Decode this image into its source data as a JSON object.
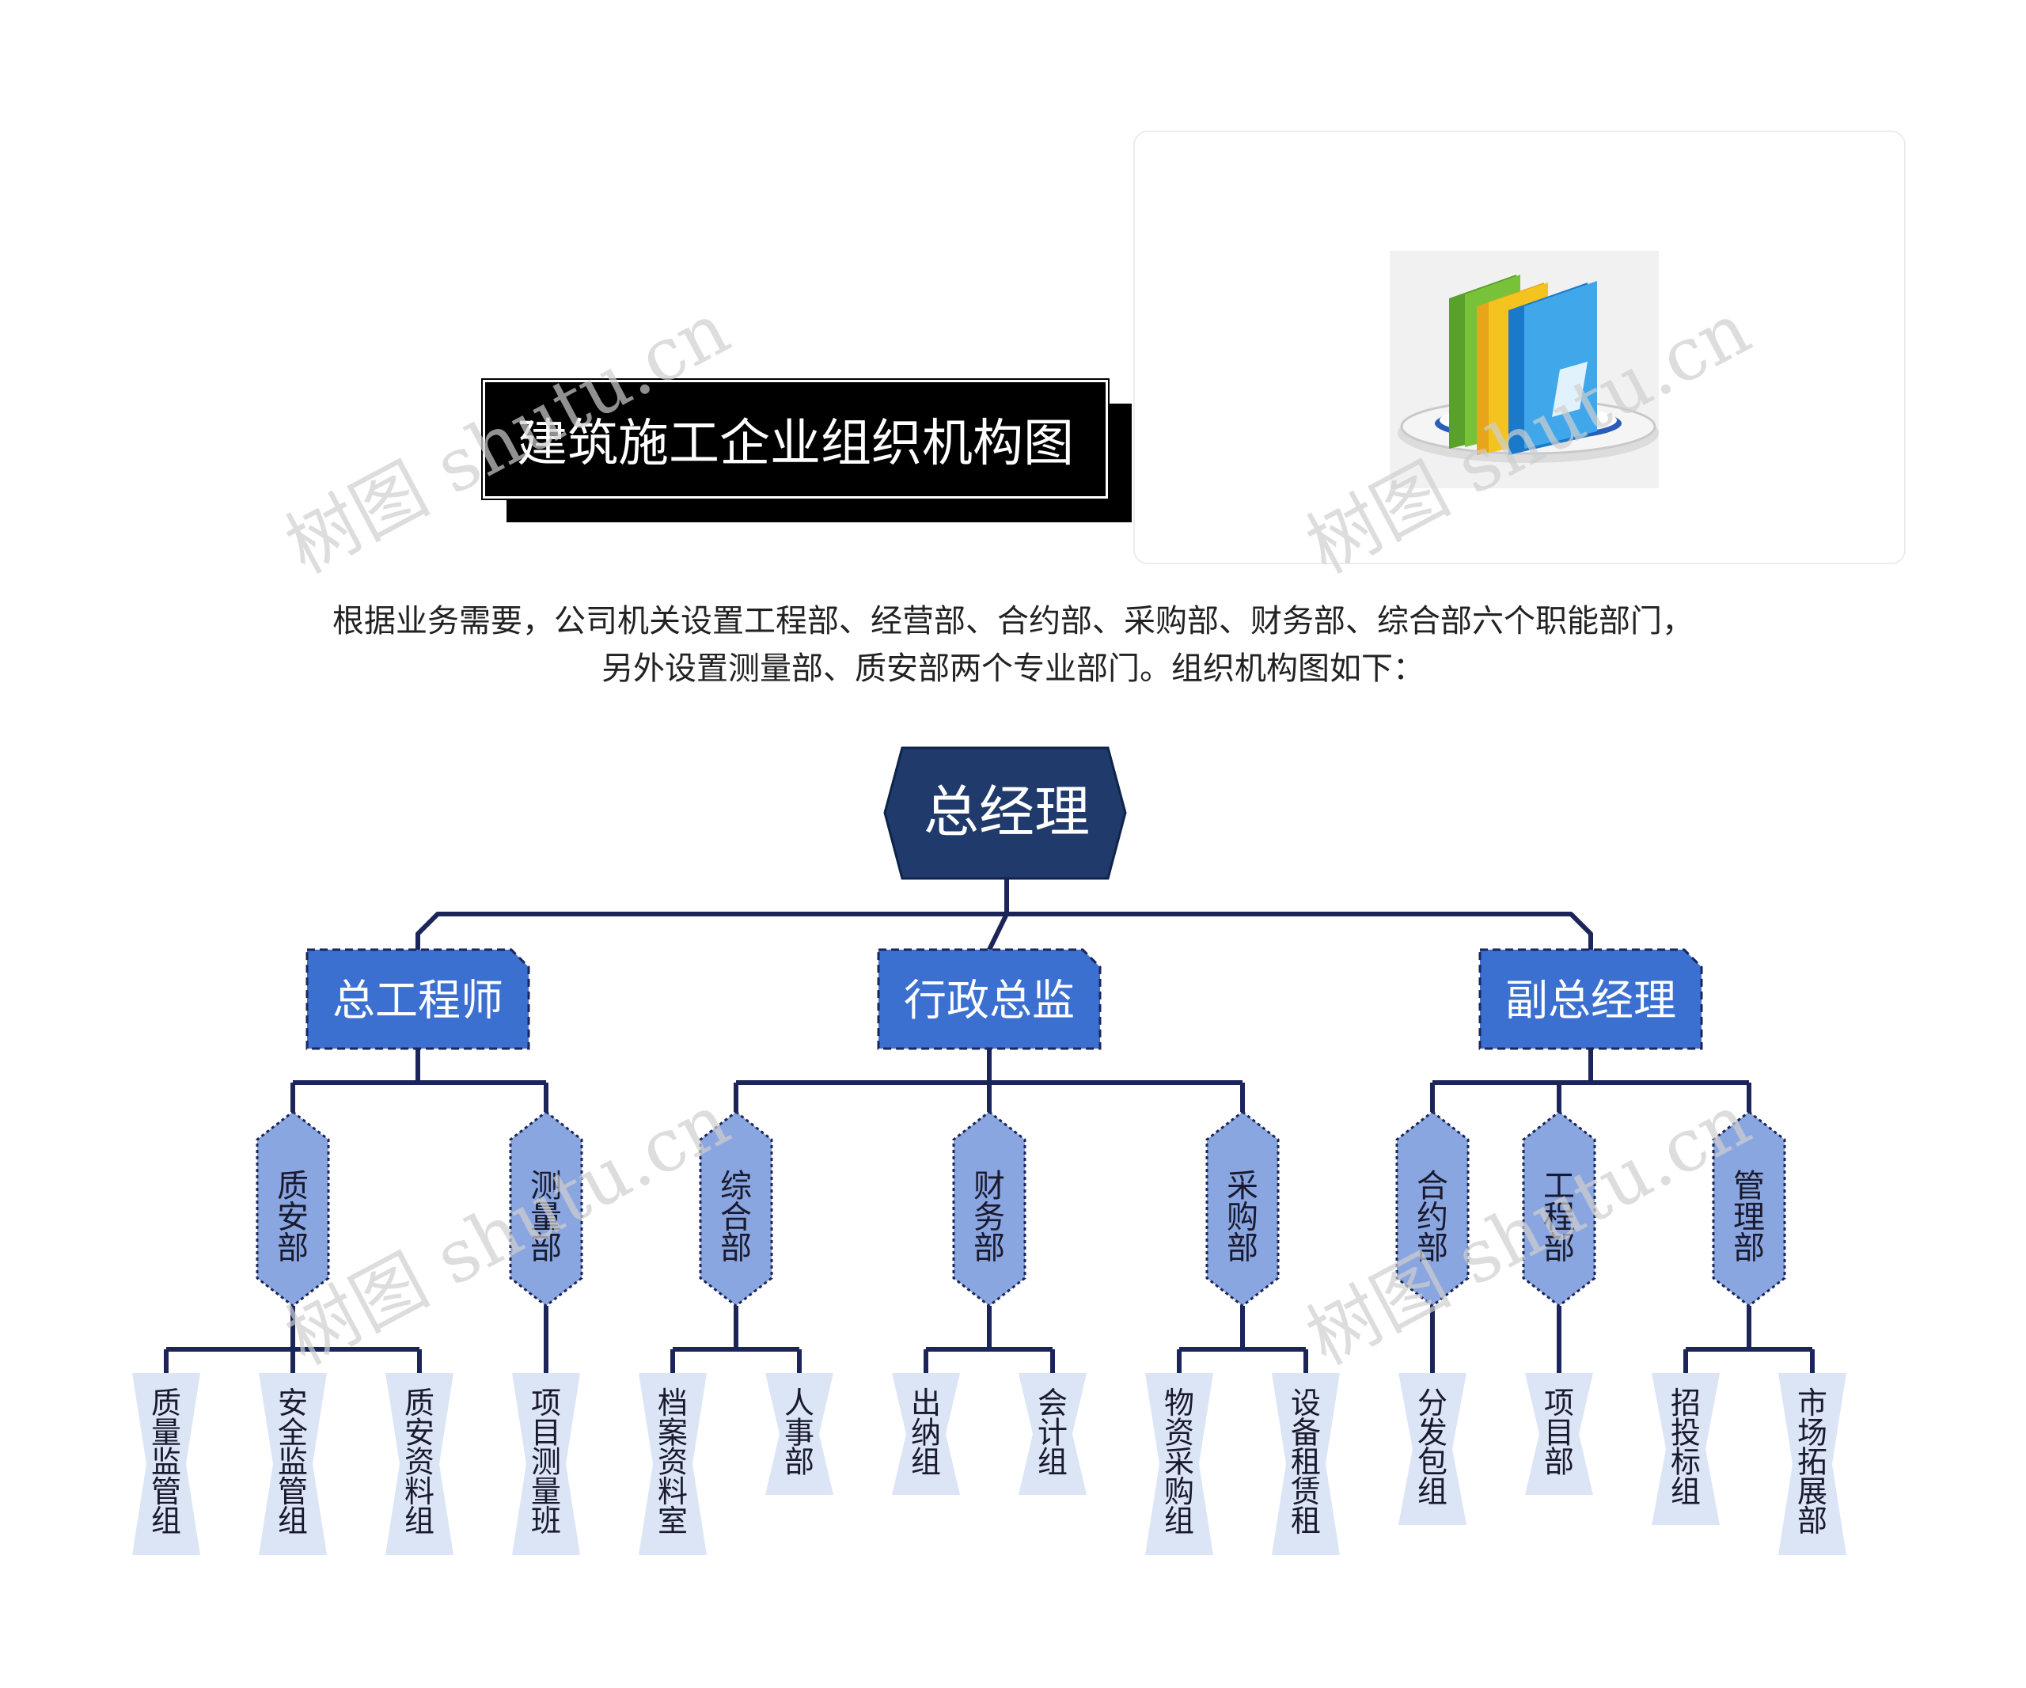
{
  "title": "建筑施工企业组织机构图",
  "intro": {
    "line1": "根据业务需要，公司机关设置工程部、经营部、合约部、采购部、财务部、综合部六个职能部门，",
    "line2": "另外设置测量部、质安部两个专业部门。组织机构图如下："
  },
  "watermark": "树图 shutu.cn",
  "image": {
    "icon": "books-icon"
  },
  "colors": {
    "root_fill": "#1f3a6b",
    "level1_fill": "#3b70d0",
    "level2_fill": "#8aa6e0",
    "leaf_fill": "#dbe5f6",
    "connector": "#1c2559"
  },
  "org": {
    "root": "总经理",
    "level1": [
      "总工程师",
      "行政总监",
      "副总经理"
    ],
    "level2": [
      {
        "label": "质安部",
        "parent": 0
      },
      {
        "label": "测量部",
        "parent": 0
      },
      {
        "label": "综合部",
        "parent": 1
      },
      {
        "label": "财务部",
        "parent": 1
      },
      {
        "label": "采购部",
        "parent": 1
      },
      {
        "label": "合约部",
        "parent": 2
      },
      {
        "label": "工程部",
        "parent": 2
      },
      {
        "label": "管理部",
        "parent": 2
      }
    ],
    "leaves": [
      {
        "label": "质量监管组",
        "parent": 0
      },
      {
        "label": "安全监管组",
        "parent": 0
      },
      {
        "label": "质安资料组",
        "parent": 0
      },
      {
        "label": "项目测量班",
        "parent": 1
      },
      {
        "label": "档案资料室",
        "parent": 2
      },
      {
        "label": "人事部",
        "parent": 2
      },
      {
        "label": "出纳组",
        "parent": 3
      },
      {
        "label": "会计组",
        "parent": 3
      },
      {
        "label": "物资采购组",
        "parent": 4
      },
      {
        "label": "设备租赁租",
        "parent": 4
      },
      {
        "label": "分发包组",
        "parent": 5
      },
      {
        "label": "项目部",
        "parent": 6
      },
      {
        "label": "招投标组",
        "parent": 7
      },
      {
        "label": "市场拓展部",
        "parent": 7
      }
    ]
  }
}
